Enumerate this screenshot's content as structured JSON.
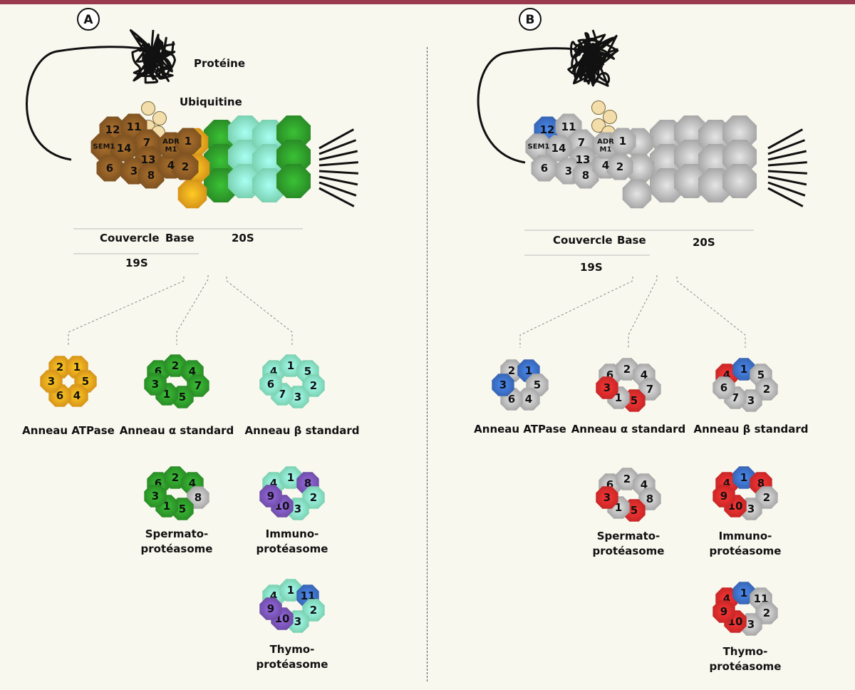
{
  "panels": [
    {
      "letter": "A",
      "protein_label": "Protéine",
      "ubiquitin_label": "Ubiquitine",
      "couvercle_label": "Couvercle",
      "base_label": "Base",
      "s20_label": "20S",
      "s19_label": "19S",
      "lid_subunits": [
        "12",
        "11",
        "7",
        "SEM1",
        "14",
        "13",
        "6",
        "3",
        "8",
        "4",
        "ADR M1",
        "1",
        "2"
      ],
      "rings": [
        {
          "name": "Anneau ATPase",
          "numbers": [
            "2",
            "1",
            "5",
            "4",
            "6",
            "3"
          ],
          "colors": [
            "orange",
            "orange",
            "orange",
            "orange",
            "orange",
            "orange"
          ]
        },
        {
          "name": "Anneau α standard",
          "numbers": [
            "6",
            "2",
            "4",
            "7",
            "5",
            "1",
            "3"
          ],
          "colors": [
            "green",
            "green",
            "green",
            "green",
            "green",
            "green",
            "green"
          ]
        },
        {
          "name": "Anneau β standard",
          "numbers": [
            "4",
            "1",
            "5",
            "2",
            "3",
            "7",
            "6"
          ],
          "colors": [
            "mint",
            "mint",
            "mint",
            "mint",
            "mint",
            "mint",
            "mint"
          ]
        },
        {
          "name": "Spermato-\nprotéasome",
          "numbers": [
            "6",
            "2",
            "4",
            "8",
            "5",
            "1",
            "3"
          ],
          "colors": [
            "green",
            "green",
            "green",
            "grey",
            "green",
            "green",
            "green"
          ]
        },
        {
          "name": "Immuno-\nprotéasome",
          "numbers": [
            "4",
            "1",
            "8",
            "2",
            "3",
            "10",
            "9"
          ],
          "colors": [
            "mint",
            "mint",
            "purple",
            "mint",
            "mint",
            "purple",
            "purple"
          ]
        },
        {
          "name": "Thymo-\nprotéasome",
          "numbers": [
            "4",
            "1",
            "11",
            "2",
            "3",
            "10",
            "9"
          ],
          "colors": [
            "mint",
            "mint",
            "blue",
            "mint",
            "mint",
            "purple",
            "purple"
          ]
        }
      ]
    },
    {
      "letter": "B",
      "protein_label": "",
      "ubiquitin_label": "",
      "couvercle_label": "Couvercle",
      "base_label": "Base",
      "s20_label": "20S",
      "s19_label": "19S",
      "lid_subunits": [
        "12",
        "11",
        "7",
        "SEM1",
        "14",
        "13",
        "6",
        "3",
        "8",
        "4",
        "ADR M1",
        "1",
        "2"
      ],
      "rings": [
        {
          "name": "Anneau ATPase",
          "numbers": [
            "2",
            "1",
            "5",
            "4",
            "6",
            "3"
          ],
          "colors": [
            "grey",
            "blue",
            "grey",
            "grey",
            "grey",
            "blue"
          ]
        },
        {
          "name": "Anneau α standard",
          "numbers": [
            "6",
            "2",
            "4",
            "7",
            "5",
            "1",
            "3"
          ],
          "colors": [
            "grey",
            "grey",
            "grey",
            "grey",
            "red",
            "grey",
            "red"
          ]
        },
        {
          "name": "Anneau β standard",
          "numbers": [
            "4",
            "1",
            "5",
            "2",
            "3",
            "7",
            "6"
          ],
          "colors": [
            "red",
            "blue",
            "grey",
            "grey",
            "grey",
            "grey",
            "grey"
          ]
        },
        {
          "name": "Spermato-\nprotéasome",
          "numbers": [
            "6",
            "2",
            "4",
            "8",
            "5",
            "1",
            "3"
          ],
          "colors": [
            "grey",
            "grey",
            "grey",
            "grey",
            "red",
            "grey",
            "red"
          ]
        },
        {
          "name": "Immuno-\nprotéasome",
          "numbers": [
            "4",
            "1",
            "8",
            "2",
            "3",
            "10",
            "9"
          ],
          "colors": [
            "red",
            "blue",
            "red",
            "grey",
            "grey",
            "red",
            "red"
          ]
        },
        {
          "name": "Thymo-\nprotéasome",
          "numbers": [
            "4",
            "1",
            "11",
            "2",
            "3",
            "10",
            "9"
          ],
          "colors": [
            "red",
            "blue",
            "grey",
            "grey",
            "grey",
            "red",
            "red"
          ]
        }
      ]
    }
  ],
  "palette": {
    "orange": "#f4a21c",
    "green": "#2e9a2a",
    "mint": "#86ecc2",
    "purple": "#7a55b8",
    "blue": "#3c6fc4",
    "red": "#e02a2a",
    "grey": "#b7b7b7",
    "brown": "#8b5a24",
    "ubiquitin": "#f3ddaa",
    "frame": "#9b3a4f"
  }
}
